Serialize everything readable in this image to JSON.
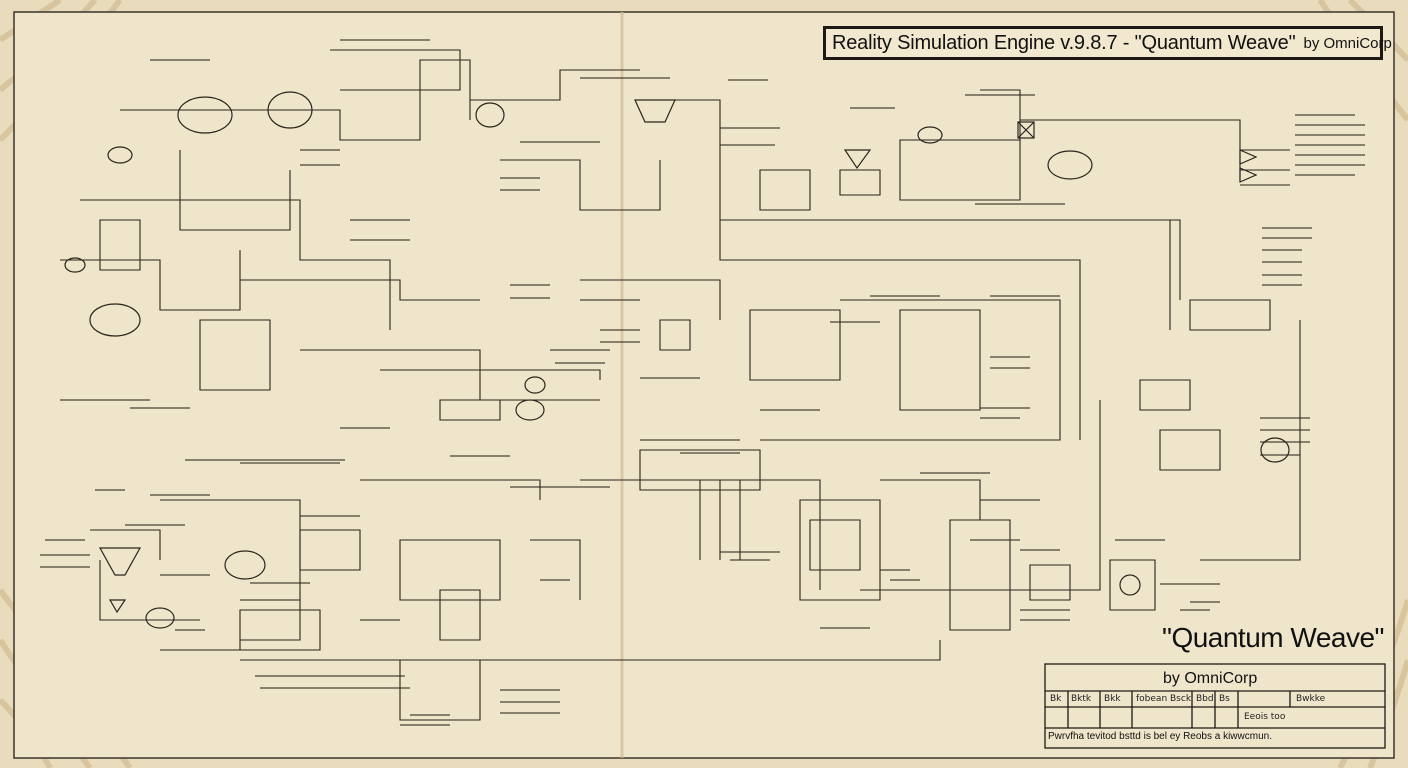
{
  "header": {
    "title": "Reality Simulation Engine v.9.8.7 - \"Quantum Weave\"",
    "by": "by OmniCorp"
  },
  "title_block": {
    "big_title": "\"Quantum Weave\"",
    "by": "by OmniCorp",
    "row_labels": [
      "Bk",
      "Bktk",
      "Bkk",
      "fobean Bsck",
      "Bbd",
      "Bs",
      "Bwkke"
    ],
    "cell_text": "Eeois too",
    "note": "Pwrvfha tevitod bsttd is bel ey Reobs a kiwwcmun."
  },
  "colors": {
    "paper": "#ece0c2",
    "ink": "#1d1a15",
    "border_stripe": "#c9b488"
  }
}
